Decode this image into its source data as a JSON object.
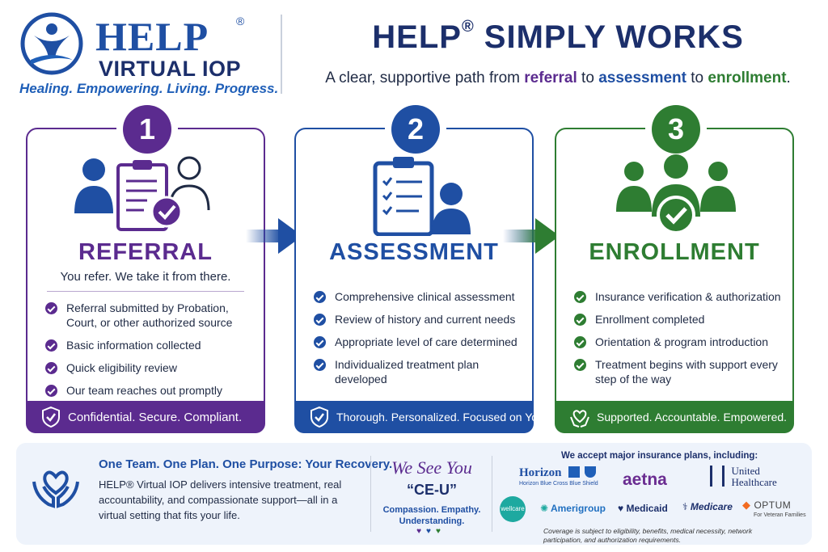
{
  "brand": {
    "name": "HELP",
    "registered": "®",
    "product": "VIRTUAL IOP",
    "tagline": "Healing. Empowering. Living. Progress."
  },
  "header": {
    "headline": "HELP",
    "headline_reg": "®",
    "headline_rest": " SIMPLY WORKS",
    "sub_prefix": "A clear, supportive path from ",
    "sub_referral": "referral",
    "sub_to1": " to ",
    "sub_assessment": "assessment",
    "sub_to2": " to ",
    "sub_enrollment": "enrollment",
    "sub_end": "."
  },
  "steps": [
    {
      "number": "1",
      "title": "REFERRAL",
      "subtitle": "You refer. We take it from there.",
      "items": [
        "Referral submitted by Probation, Court, or other authorized source",
        "Basic information collected",
        "Quick eligibility review",
        "Our team reaches out promptly"
      ],
      "band": "Confidential. Secure. Compliant.",
      "icon": "referral-clipboard-icon",
      "color": "#5b2b8f"
    },
    {
      "number": "2",
      "title": "ASSESSMENT",
      "items": [
        "Comprehensive clinical assessment",
        "Review of history and current needs",
        "Appropriate level of care determined",
        "Individualized treatment plan developed"
      ],
      "band": "Thorough. Personalized. Focused on You.",
      "icon": "assessment-checklist-icon",
      "color": "#1f4fa3"
    },
    {
      "number": "3",
      "title": "ENROLLMENT",
      "items": [
        "Insurance verification & authorization",
        "Enrollment completed",
        "Orientation & program introduction",
        "Treatment begins with support every step of the way"
      ],
      "band": "Supported. Accountable. Empowered.",
      "icon": "group-check-icon",
      "color": "#2e7d32"
    }
  ],
  "footer": {
    "heading": "One Team. One Plan. One Purpose: Your Recovery.",
    "body": "HELP® Virtual IOP delivers intensive treatment, real accountability, and compassionate support—all in a virtual setting that fits your life.",
    "wesee": "We See You",
    "ceu": "“CE-U”",
    "ceu_words": "Compassion. Empathy. Understanding.",
    "insurance_heading": "We accept major insurance plans, including:",
    "insurers": {
      "horizon": "Horizon",
      "horizon_sub": "Horizon Blue Cross Blue Shield",
      "aetna": "aetna",
      "united_1": "United",
      "united_2": "Healthcare",
      "wellcare": "wellcare",
      "amerigroup": "Amerigroup",
      "medicaid": "Medicaid",
      "medicare": "Medicare",
      "optum": "OPTUM",
      "optum_sub": "For Veteran Families"
    },
    "note": "Coverage is subject to eligibility, benefits, medical necessity, network participation, and authorization requirements."
  },
  "colors": {
    "purple": "#5b2b8f",
    "blue": "#1f4fa3",
    "green": "#2e7d32",
    "navy": "#1c2f6b"
  }
}
